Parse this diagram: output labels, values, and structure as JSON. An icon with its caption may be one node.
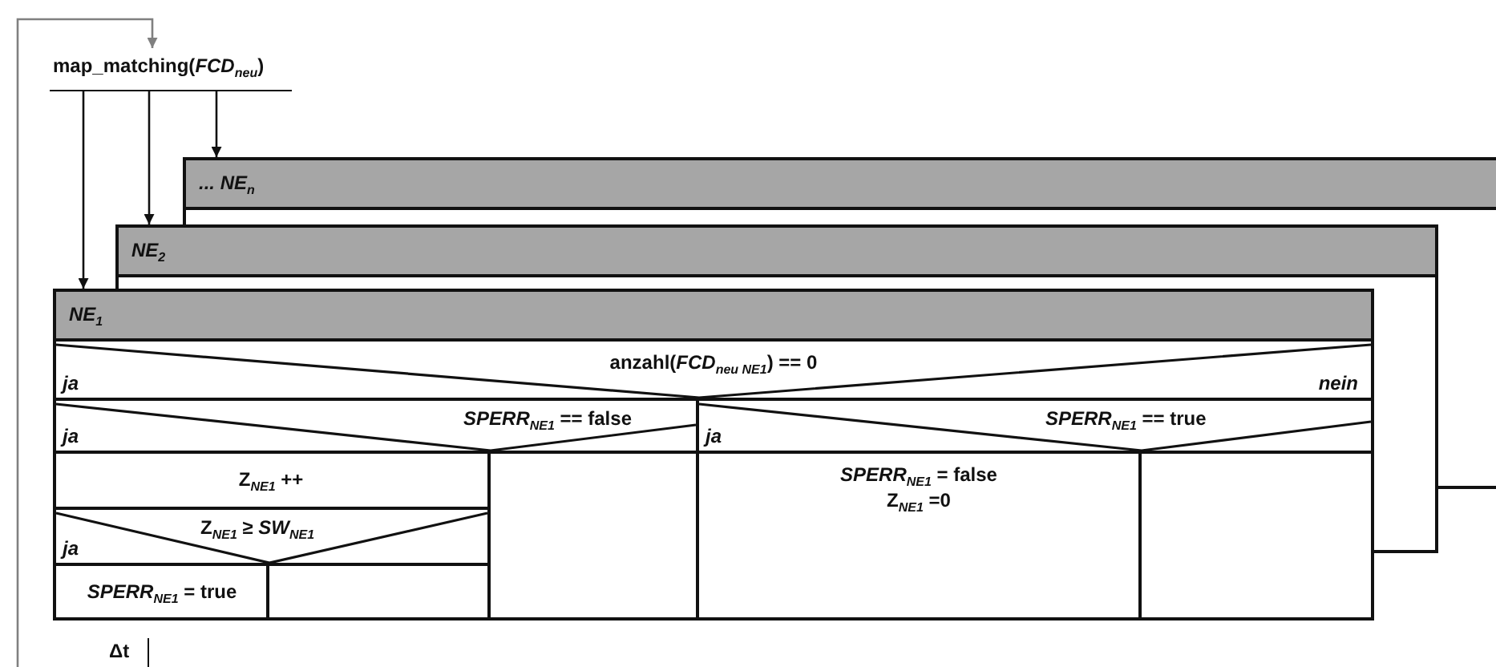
{
  "diagram": {
    "nodes": [
      {
        "text": [
          "map_matching(*FCD*$_{neu}$)"
        ]
      },
      {
        "text": [
          "... NE$_{n}$"
        ]
      },
      {
        "text": [
          "NE$_{2}$"
        ]
      },
      {
        "text": [
          "NE$_{1}$"
        ]
      },
      {
        "text": [
          "anzahl(*FCD*$_{neu NE1}$) == 0",
          "ja",
          "nein"
        ],
        "in": 3
      },
      {
        "text": [
          "*SPERR*$_{NE1}$ == false",
          "ja"
        ],
        "in": 3
      },
      {
        "text": [
          "*SPERR*$_{NE1}$ == true",
          "ja"
        ],
        "in": 3
      },
      {
        "text": [
          "Z$_{NE1}$ ++"
        ],
        "in": 3
      },
      {
        "text": [
          "Z$_{NE1}$ ≥ *SW*$_{NE1}$",
          "ja"
        ],
        "in": 3
      },
      {
        "text": [
          "*SPERR*$_{NE1}$ = true"
        ],
        "in": 3
      },
      {
        "text": [],
        "shape": "box",
        "in": 3
      },
      {
        "text": [],
        "shape": "box",
        "in": 3
      },
      {
        "text": [
          "*SPERR*$_{NE1}$ = false",
          "Z$_{NE1}$ =0"
        ],
        "in": 3
      },
      {
        "text": [],
        "shape": "box",
        "in": 3
      }
    ],
    "edges": [
      {
        "from": null,
        "to": 0,
        "arrow": "to",
        "color": "#808080"
      },
      {
        "from": 0,
        "to": 3,
        "arrow": "to"
      },
      {
        "from": 0,
        "to": 2,
        "arrow": "to"
      },
      {
        "from": 0,
        "to": 1,
        "arrow": "to"
      }
    ],
    "labels": [
      "Δt"
    ]
  }
}
